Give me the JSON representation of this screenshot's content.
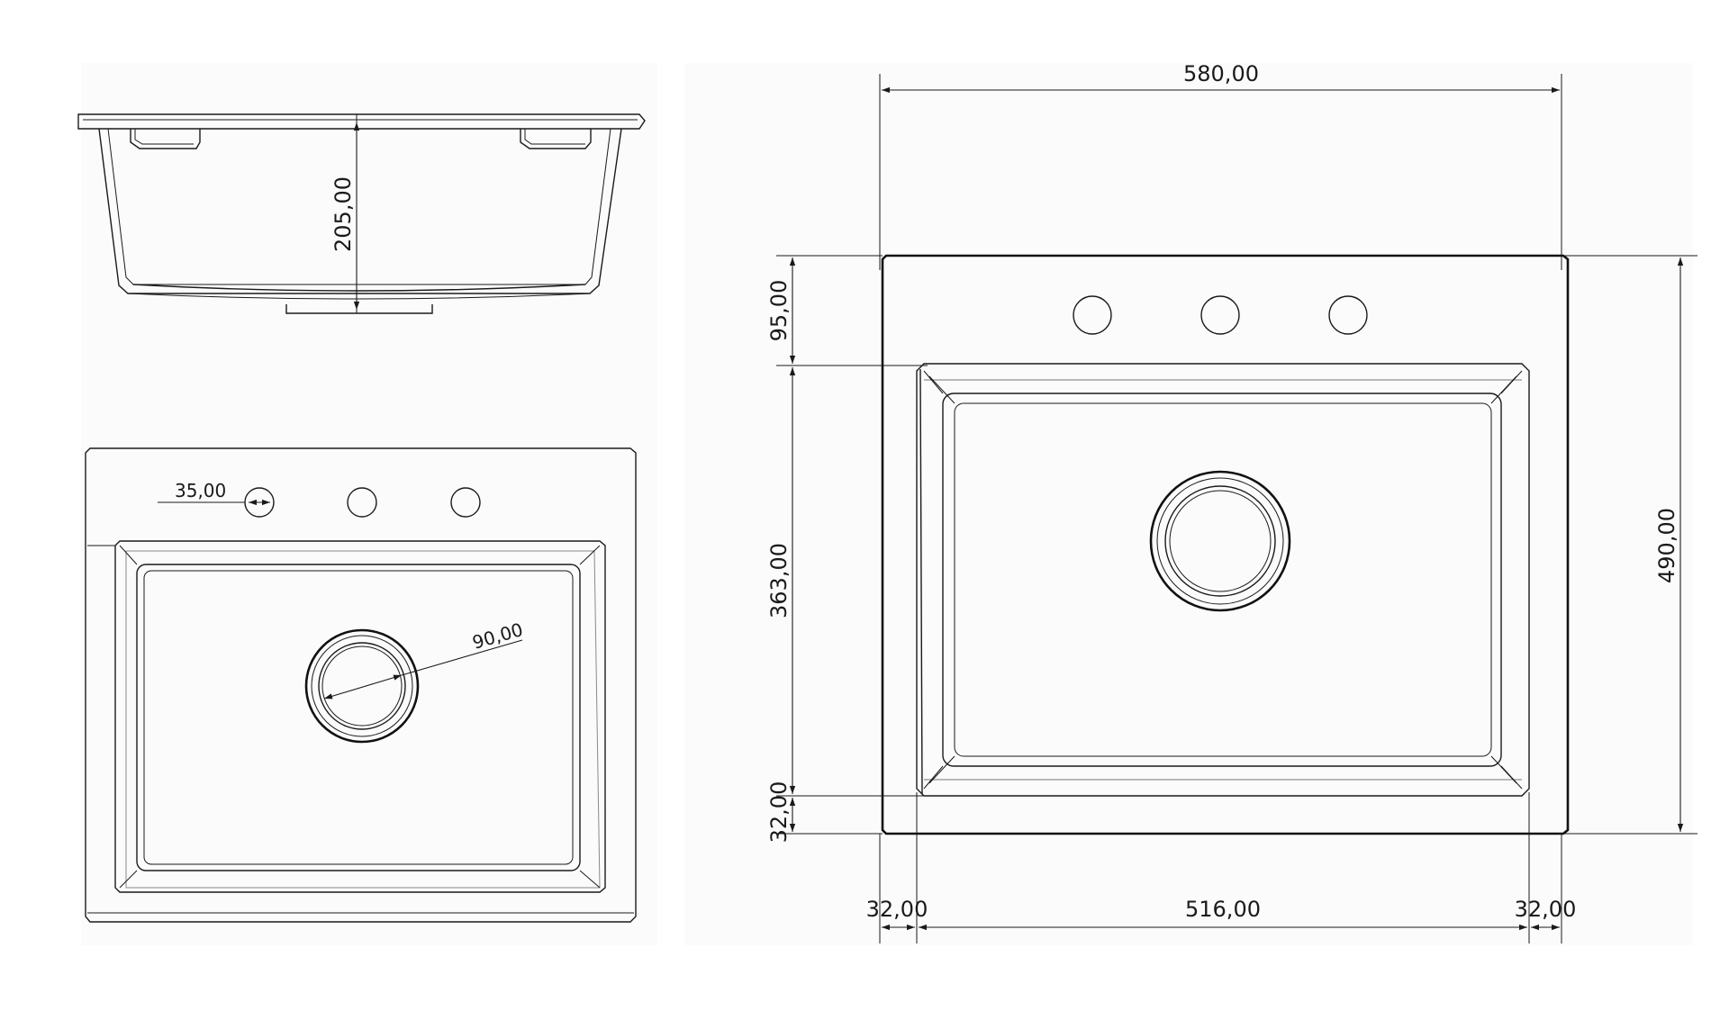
{
  "dimensions": {
    "side_depth": "205,00",
    "small_hole_offset": "35,00",
    "drain_diameter": "90,00",
    "overall_width": "580,00",
    "overall_height": "490,00",
    "top_ledge": "95,00",
    "bowl_height": "363,00",
    "bottom_ledge": "32,00",
    "left_ledge": "32,00",
    "bowl_width": "516,00",
    "right_ledge": "32,00"
  },
  "colors": {
    "line": "#1a1a1a",
    "background": "#ffffff",
    "faint_grid": "#f4f4f4"
  }
}
